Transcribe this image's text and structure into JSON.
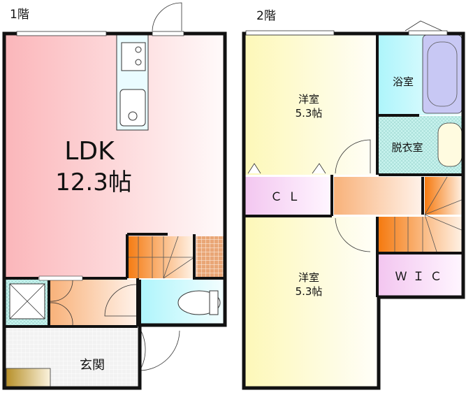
{
  "floor1": {
    "title": "1階",
    "ldk_name": "LDK",
    "ldk_size": "12.3帖",
    "entrance": "玄関"
  },
  "floor2": {
    "title": "2階",
    "room1_name": "洋室",
    "room1_size": "5.3帖",
    "room2_name": "洋室",
    "room2_size": "5.3帖",
    "bath": "浴室",
    "dressing": "脱衣室",
    "closet": "ＣＬ",
    "wic": "ＷＩＣ"
  },
  "colors": {
    "ldk": "#fbb9bd",
    "western_room": "#fdf9c2",
    "hall": "#f9b97f",
    "bath": "#b8f6fb",
    "closet": "#f6d2f4",
    "stairs": "#f57f1a",
    "wall": "#111111"
  }
}
